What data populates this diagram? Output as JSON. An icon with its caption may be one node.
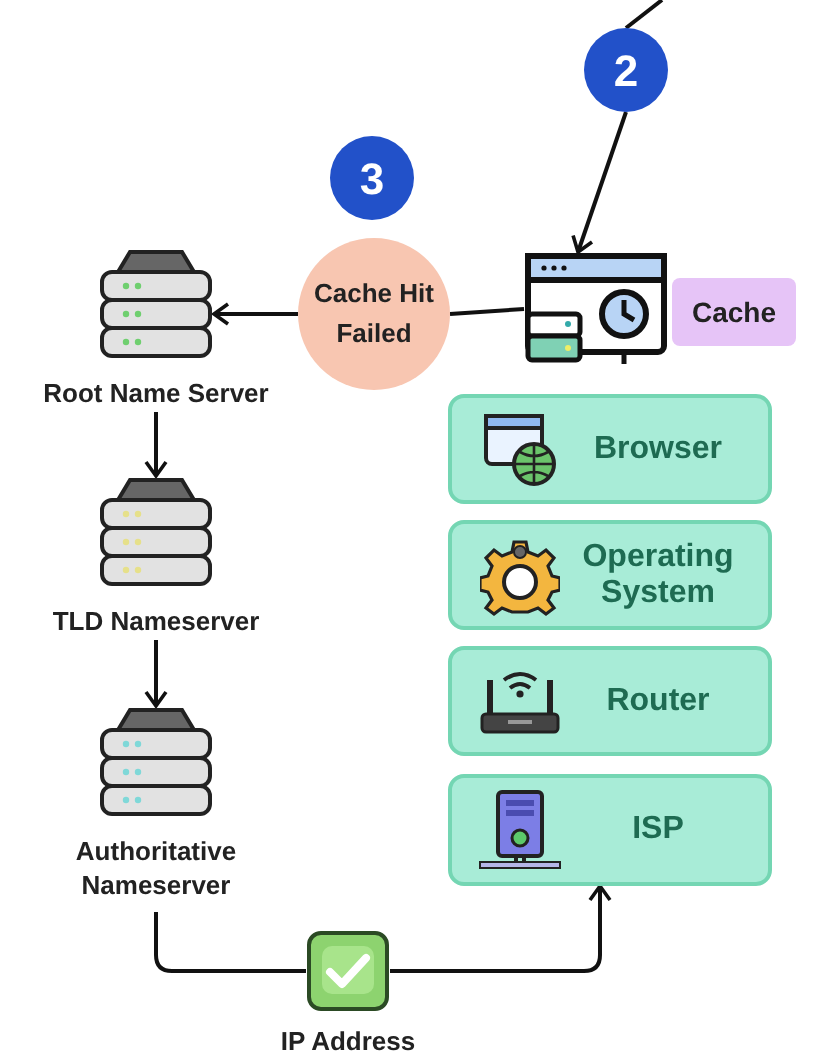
{
  "diagram": {
    "nodes": [
      {
        "text": [
          "2"
        ]
      },
      {
        "text": [
          "3"
        ]
      },
      {
        "text": [],
        "shape": "picture"
      },
      {
        "text": [
          "Cache"
        ]
      },
      {
        "text": [
          "Cache Hit Failed"
        ]
      },
      {
        "text": [],
        "shape": "picture",
        "beside": [
          "Root Name Server"
        ]
      },
      {
        "text": [],
        "shape": "picture",
        "beside": [
          "TLD Nameserver"
        ]
      },
      {
        "text": [],
        "shape": "picture",
        "beside": [
          "Authoritative Nameserver"
        ]
      },
      {
        "text": [
          "Browser"
        ]
      },
      {
        "text": [
          "Operating System"
        ]
      },
      {
        "text": [
          "Router"
        ]
      },
      {
        "text": [
          "ISP"
        ]
      },
      {
        "text": [],
        "shape": "picture",
        "beside": [
          "IP Address"
        ]
      }
    ],
    "edges": [
      {
        "from": null,
        "to": 0,
        "arrow": "none"
      },
      {
        "from": 0,
        "to": 2,
        "arrow": "to"
      },
      {
        "from": 2,
        "to": 4,
        "arrow": "none"
      },
      {
        "from": 4,
        "to": 5,
        "arrow": "to"
      },
      {
        "from": 5,
        "to": 6,
        "arrow": "to"
      },
      {
        "from": 6,
        "to": 7,
        "arrow": "to"
      },
      {
        "from": 7,
        "to": 12,
        "arrow": "none"
      },
      {
        "from": 12,
        "to": 11,
        "arrow": "to"
      }
    ]
  }
}
